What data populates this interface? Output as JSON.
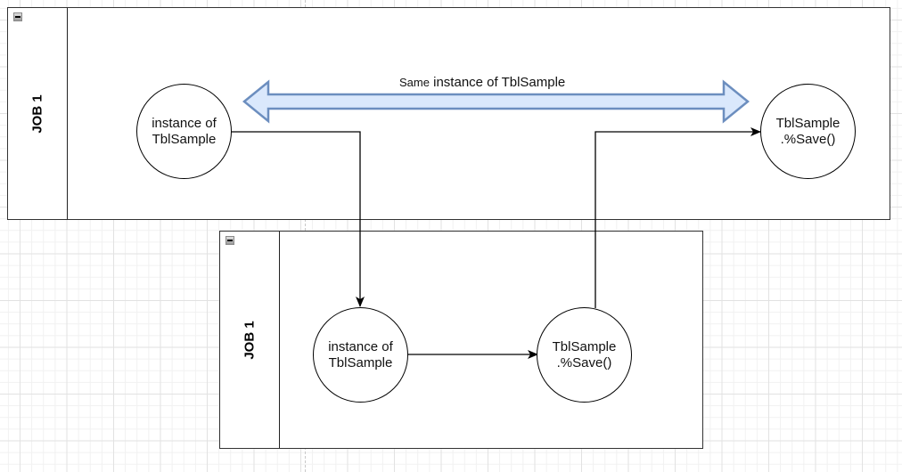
{
  "diagram": {
    "pools": [
      {
        "id": "pool-top",
        "label": "JOB 1"
      },
      {
        "id": "pool-bottom",
        "label": "JOB 1"
      }
    ],
    "nodes": [
      {
        "id": "top-instance",
        "line1": "instance of",
        "line2": "TblSample"
      },
      {
        "id": "top-save",
        "line1": "TblSample",
        "line2": ".%Save()"
      },
      {
        "id": "bottom-instance",
        "line1": "instance of",
        "line2": "TblSample"
      },
      {
        "id": "bottom-save",
        "line1": "TblSample",
        "line2": ".%Save()"
      }
    ],
    "double_arrow": {
      "label_prefix": "Same",
      "label_rest": " instance of TblSample",
      "fill": "#dae8fc",
      "stroke": "#6c8ebf"
    },
    "connectors": [
      {
        "from": "top-instance",
        "to": "bottom-instance"
      },
      {
        "from": "bottom-instance",
        "to": "bottom-save"
      },
      {
        "from": "bottom-save",
        "to": "top-save"
      }
    ]
  }
}
